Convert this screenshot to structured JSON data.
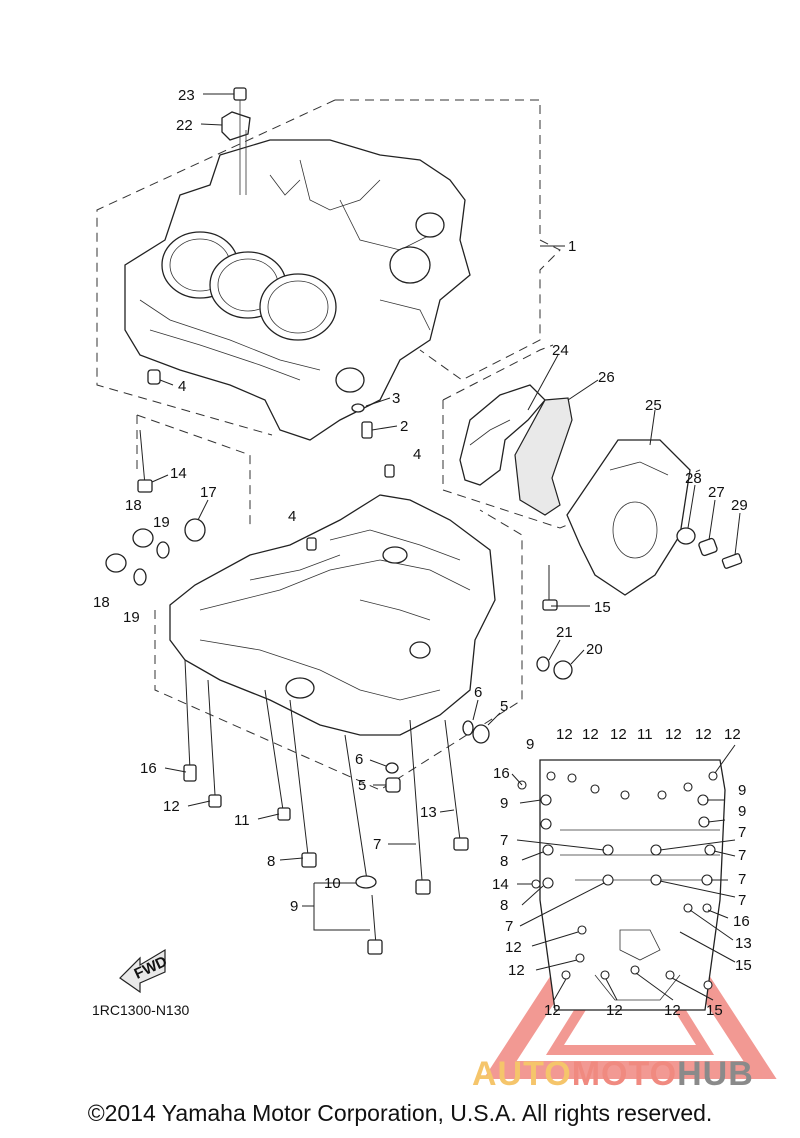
{
  "diagram_code": "1RC1300-N130",
  "copyright": "©2014 Yamaha Motor Corporation, U.S.A. All rights reserved.",
  "fwd_label": "FWD",
  "watermark": {
    "part1": "AUTO",
    "part2": "MOTO",
    "part3": "HUB",
    "colors": {
      "auto": "#f5c56b",
      "moto": "#f08a80",
      "hub": "#8a8a8a",
      "triangle": "#e8463c"
    }
  },
  "labels": {
    "l23": "23",
    "l22": "22",
    "l1": "1",
    "l4a": "4",
    "l3": "3",
    "l2": "2",
    "l24": "24",
    "l26": "26",
    "l25": "25",
    "l28": "28",
    "l27": "27",
    "l29": "29",
    "l14a": "14",
    "l18a": "18",
    "l17": "17",
    "l19a": "19",
    "l4b": "4",
    "l4c": "4",
    "l18b": "18",
    "l19b": "19",
    "l15a": "15",
    "l21": "21",
    "l20": "20",
    "l6a": "6",
    "l5a": "5",
    "l16a": "16",
    "l12a": "12",
    "l11a": "11",
    "l6b": "6",
    "l5b": "5",
    "l13a": "13",
    "l8a": "8",
    "l7a": "7",
    "l10": "10",
    "l9a": "9",
    "d12a": "12",
    "d12b": "12",
    "d12c": "12",
    "d11": "11",
    "d12d": "12",
    "d12e": "12",
    "d12f": "12",
    "d9a": "9",
    "d16a": "16",
    "d9b": "9",
    "d9c": "9",
    "d9d": "9",
    "d7a": "7",
    "d7b": "7",
    "d8a": "8",
    "d7c": "7",
    "d7d": "7",
    "d14": "14",
    "d8b": "8",
    "d7e": "7",
    "d16b": "16",
    "d7f": "7",
    "d12g": "12",
    "d13": "13",
    "d12h": "12",
    "d15a": "15",
    "d12i": "12",
    "d12j": "12",
    "d12k": "12",
    "d15b": "15"
  }
}
